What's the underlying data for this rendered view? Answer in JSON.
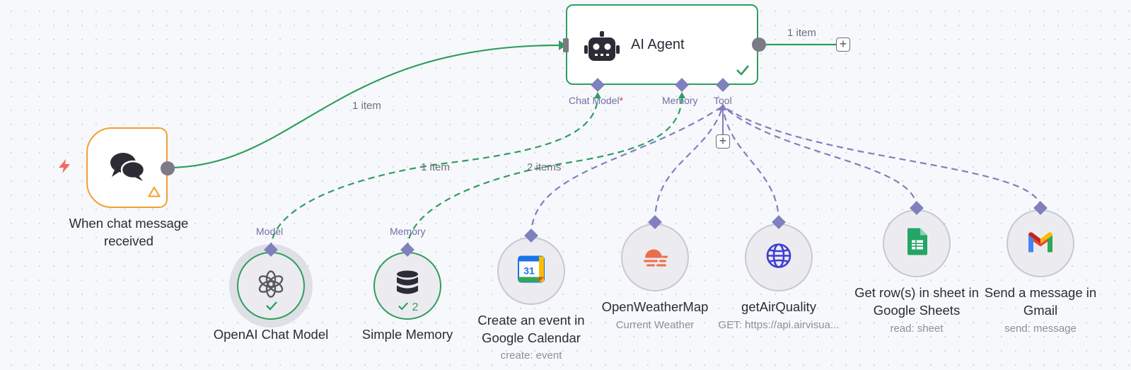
{
  "canvas": {
    "background": "#f7f8fb",
    "accent_green": "#2f9e5e",
    "accent_purple": "#7f80bd",
    "trigger_orange": "#f0a030"
  },
  "agent": {
    "title": "AI Agent",
    "icon": "robot-icon",
    "status": "success",
    "output_count": "1 item",
    "ports": {
      "chat_model": "Chat Model",
      "chat_model_required": "*",
      "memory": "Memory",
      "tool": "Tool"
    }
  },
  "trigger": {
    "label": "When chat message received",
    "icon": "chat-bubbles-icon",
    "output_count": "1 item"
  },
  "nodes": [
    {
      "id": "openai",
      "label": "OpenAI Chat Model",
      "port": "Model",
      "icon": "openai-icon",
      "status": "success",
      "edge_label": "1 item"
    },
    {
      "id": "memory",
      "label": "Simple Memory",
      "port": "Memory",
      "icon": "database-icon",
      "status": "success",
      "run_count": "2",
      "edge_label": "2 items"
    },
    {
      "id": "calendar",
      "label": "Create an event in Google Calendar",
      "subtitle": "create: event",
      "icon": "google-calendar-icon",
      "calendar_day": "31"
    },
    {
      "id": "weather",
      "label": "OpenWeatherMap",
      "subtitle": "Current Weather",
      "icon": "weather-icon"
    },
    {
      "id": "airquality",
      "label": "getAirQuality",
      "subtitle": "GET: https://api.airvisua...",
      "icon": "globe-icon"
    },
    {
      "id": "sheets",
      "label": "Get row(s) in sheet in Google Sheets",
      "subtitle": "read: sheet",
      "icon": "google-sheets-icon"
    },
    {
      "id": "gmail",
      "label": "Send a message in Gmail",
      "subtitle": "send: message",
      "icon": "gmail-icon"
    }
  ]
}
